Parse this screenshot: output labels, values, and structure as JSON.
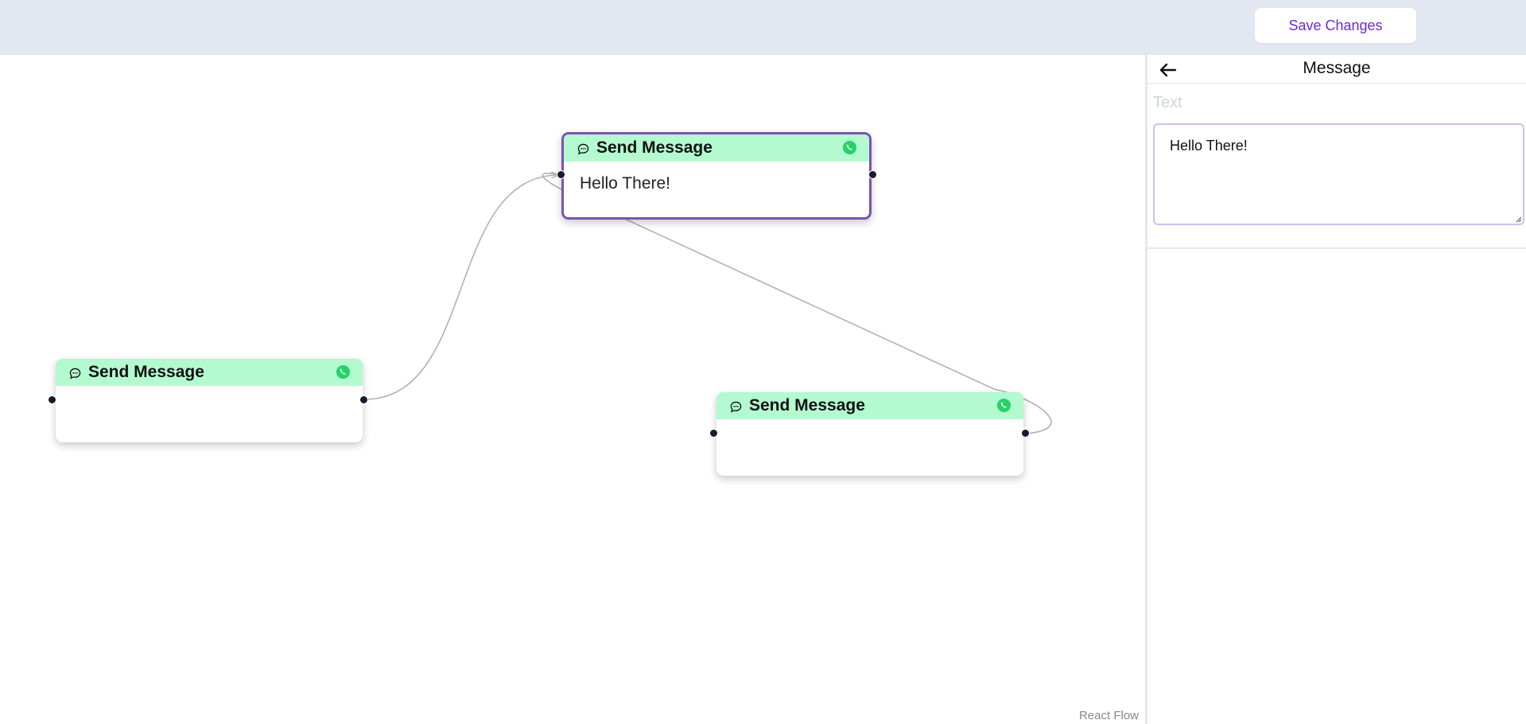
{
  "toolbar": {
    "save_label": "Save Changes"
  },
  "canvas": {
    "attribution": "React Flow",
    "nodes": [
      {
        "title": "Send Message",
        "text": "Hello There!",
        "selected": true
      },
      {
        "title": "Send Message",
        "text": "",
        "selected": false
      },
      {
        "title": "Send Message",
        "text": "",
        "selected": false
      }
    ]
  },
  "panel": {
    "title": "Message",
    "field_label": "Text",
    "field_value": "Hello There!"
  },
  "colors": {
    "topbar_bg": "#e2e7f1",
    "accent": "#6d28d9",
    "node_header": "#b3fad0",
    "selected_border": "#7b53b3",
    "whatsapp_green": "#25d366"
  },
  "icons": {
    "node_left": "chat-bubble-icon",
    "node_right": "whatsapp-icon",
    "panel_back": "arrow-left-icon"
  }
}
